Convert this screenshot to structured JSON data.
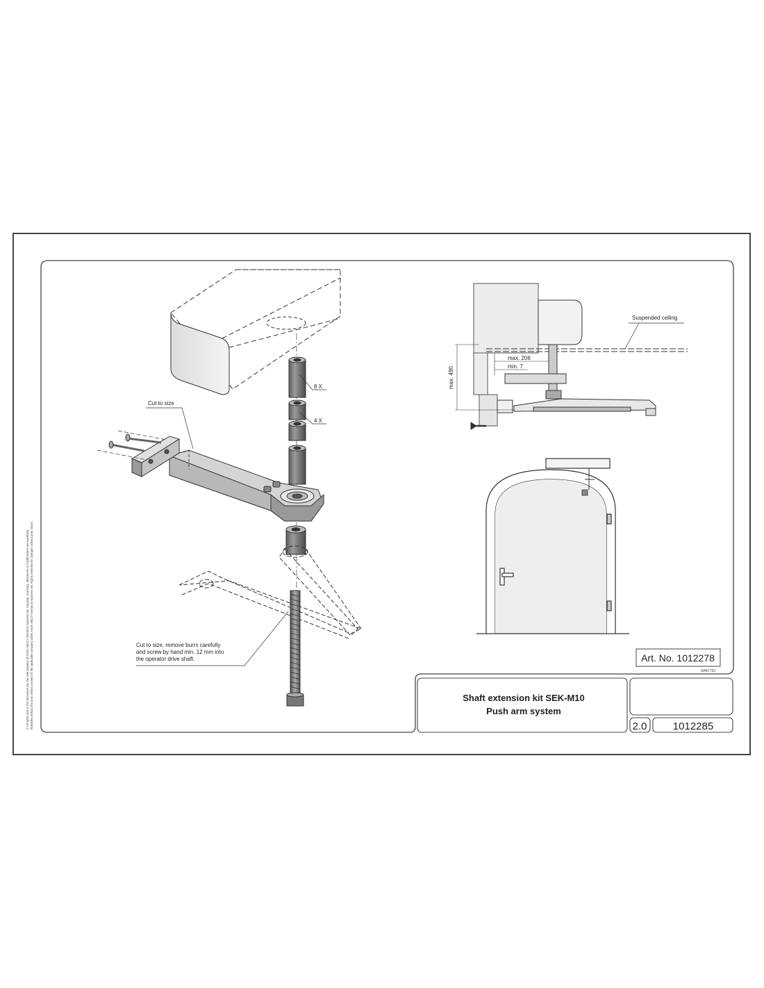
{
  "labels": {
    "cut_to_size": "Cut to size",
    "qty_8x": "8 X",
    "qty_4x": "4 X",
    "rod_note": [
      "Cut to size, remove burrs carefully",
      "and screw by hand min. 12 mm into",
      "the operator drive shaft."
    ],
    "suspended_ceiling": "Suspended ceiling",
    "max_206": "max. 206",
    "min_7": "min. 7",
    "max_490": "max. 490"
  },
  "art_no": "Art. No. 1012278",
  "drawing_code": "AAB775C",
  "title_block": {
    "line1": "Shaft extension kit SEK-M10",
    "line2": "Push arm system",
    "version": "2.0",
    "doc_number": "1012285"
  },
  "copyright": [
    "© All rights and to this document are the sole property of ASSA ABLOY Entrance Systems AB. Copying, scanning, alterations or modifications are expressly",
    "forbidden without the prior written consent of the applicable company within ASSA ABLOY Entrance Systems AB. Rights reserved for changes without prior notice."
  ]
}
